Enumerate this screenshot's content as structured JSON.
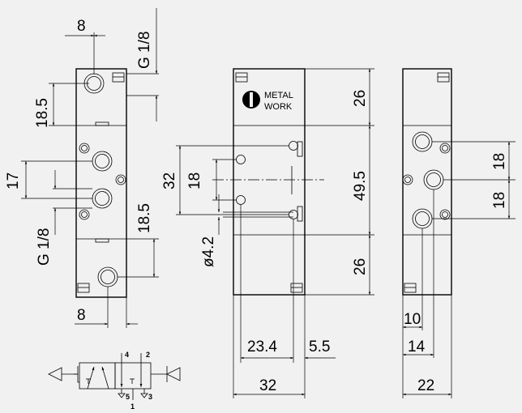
{
  "drawing": {
    "left_view": {
      "dim_top_width": "8",
      "dim_top_thread": "G 1/8",
      "dim_top_spacing": "18.5",
      "dim_side_spacing": "17",
      "dim_side_thread": "G 1/8",
      "dim_mid_spacing": "18.5",
      "dim_bottom_width": "8"
    },
    "center_view": {
      "logo_line1": "METAL",
      "logo_line2": "WORK",
      "dim_top": "26",
      "dim_middle": "49.5",
      "dim_bottom": "26",
      "dim_hole_pitch": "32",
      "dim_hole_offset": "18",
      "dim_hole_diameter": "ø4.2",
      "dim_width_offset": "23.4",
      "dim_edge_offset": "5.5",
      "dim_total_width": "32"
    },
    "right_view": {
      "dim_port_spacing_1": "18",
      "dim_port_spacing_2": "18",
      "dim_port_offset": "10",
      "dim_port_center": "14",
      "dim_total_width": "22"
    },
    "symbol": {
      "port_4": "4",
      "port_2": "2",
      "port_5": "5",
      "port_1": "1",
      "port_3": "3"
    }
  }
}
